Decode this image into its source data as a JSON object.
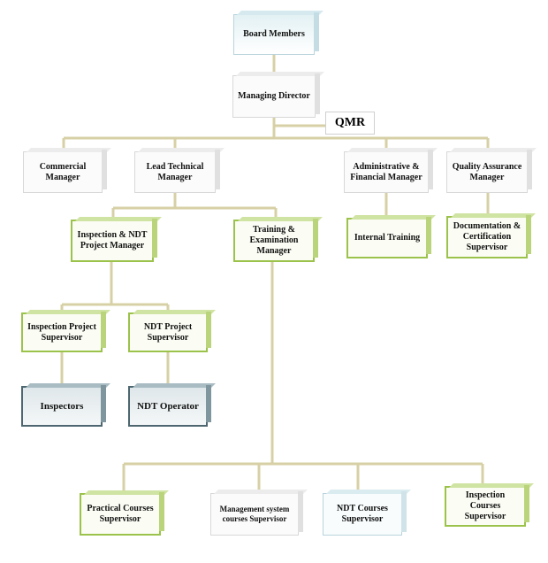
{
  "nodes": {
    "board_members": "Board Members",
    "managing_director": "Managing Director",
    "qmr": "QMR",
    "commercial_manager": "Commercial Manager",
    "lead_technical_manager": "Lead Technical Manager",
    "admin_financial_manager": "Administrative & Financial Manager",
    "quality_assurance_manager": "Quality Assurance Manager",
    "inspection_ndt_project_manager": "Inspection & NDT Project Manager",
    "training_examination_manager": "Training & Examination Manager",
    "internal_training": "Internal Training",
    "documentation_certification_supervisor": "Documentation & Certification Supervisor",
    "inspection_project_supervisor": "Inspection Project Supervisor",
    "ndt_project_supervisor": "NDT Project Supervisor",
    "inspectors": "Inspectors",
    "ndt_operator": "NDT  Operator",
    "practical_courses_supervisor": "Practical Courses Supervisor",
    "management_system_courses_supervisor": "Management system courses Supervisor",
    "ndt_courses_supervisor": "NDT Courses Supervisor",
    "inspection_courses_supervisor": "Inspection Courses Supervisor"
  },
  "colors": {
    "connector": "#d7d0a6",
    "green_border": "#9bc24a",
    "dark_border": "#4d6670",
    "blue_border": "#b9d4dc",
    "grey_border": "#d8d8d8"
  }
}
